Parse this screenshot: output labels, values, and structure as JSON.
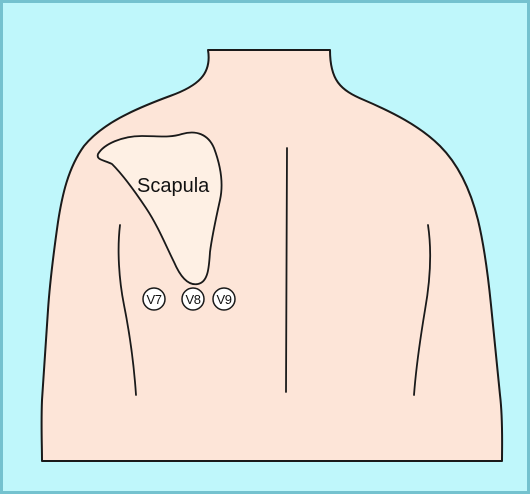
{
  "colors": {
    "background": "#bff7fb",
    "border": "#74c2cf",
    "skin": "#fde5d8",
    "scapula_fill": "#fef0e4",
    "outline": "#1a1a1a"
  },
  "diagram": {
    "scapula_label": "Scapula",
    "leads": [
      {
        "label": "V7"
      },
      {
        "label": "V8"
      },
      {
        "label": "V9"
      }
    ]
  }
}
